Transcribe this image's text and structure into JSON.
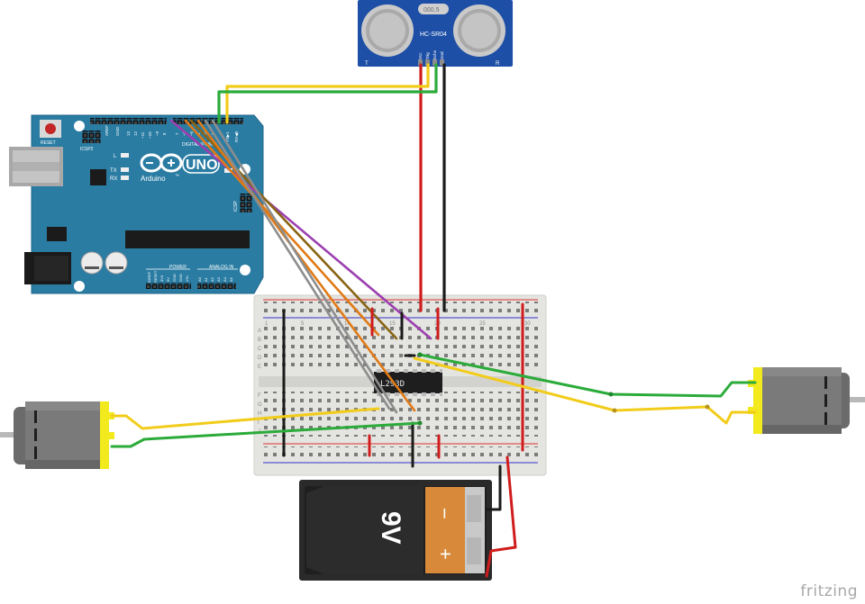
{
  "arduino": {
    "reset_label": "RESET",
    "icsp2_label": "ICSP2",
    "icsp_label": "ICSP",
    "led_l": "L",
    "led_tx": "TX",
    "led_rx": "RX",
    "brand": "Arduino",
    "trademark": "™",
    "model": "UNO",
    "on_label": "ON",
    "digital_label": "DIGITAL (PWM~)",
    "power_label": "POWER",
    "analog_label": "ANALOG IN",
    "aref": "AREF",
    "gnd": "GND",
    "pin13": "13",
    "pin12": "12",
    "pin11": "~11",
    "pin10": "~10",
    "pin9": "~9",
    "pin8": "8",
    "pin7": "7",
    "pin6": "~6",
    "pin5": "~5",
    "pin4": "4",
    "pin3": "~3",
    "pin2": "2",
    "tx1": "TX▶1",
    "rx0": "RX◀0",
    "ioref": "IOREF",
    "reset_pin": "RESET",
    "v33": "3V3",
    "v5": "5V",
    "gnd2": "GND",
    "gnd3": "GND",
    "vin": "VIN",
    "a0": "A0",
    "a1": "A1",
    "a2": "A2",
    "a3": "A3",
    "a4": "A4",
    "a5": "A5"
  },
  "sensor": {
    "model": "HC-SR04",
    "label_t": "T",
    "label_r": "R",
    "crystal": "000.5",
    "pin_vcc": "Vcc",
    "pin_trig": "Trig",
    "pin_echo": "Echo",
    "pin_gnd": "Gnd"
  },
  "breadboard": {
    "chip_label": "L293D",
    "rows_top": [
      "A",
      "B",
      "C",
      "D",
      "E"
    ],
    "rows_bottom": [
      "F",
      "G",
      "H",
      "I",
      "J"
    ],
    "col_1": "1",
    "col_5": "5",
    "col_10": "10",
    "col_15": "15",
    "col_20": "20",
    "col_25": "25",
    "col_30": "30"
  },
  "battery": {
    "voltage": "9V",
    "minus": "−",
    "plus": "+"
  },
  "watermark": "fritzing",
  "colors": {
    "pcb": "#2a7ca3",
    "sensor_pcb": "#1e4fa6",
    "breadboard": "#e7e7e3",
    "wire_red": "#d01c1c",
    "wire_black": "#1b1b1b",
    "wire_yellow": "#f2cc1a",
    "wire_green": "#2bab3a",
    "wire_purple": "#9c3fb0",
    "wire_orange": "#e07a16",
    "wire_brown": "#8a6414",
    "wire_gray": "#8d8d8d",
    "motor_tab": "#f2ea1c",
    "battery_case": "#2a2a2a",
    "battery_label": "#d88a3a"
  }
}
